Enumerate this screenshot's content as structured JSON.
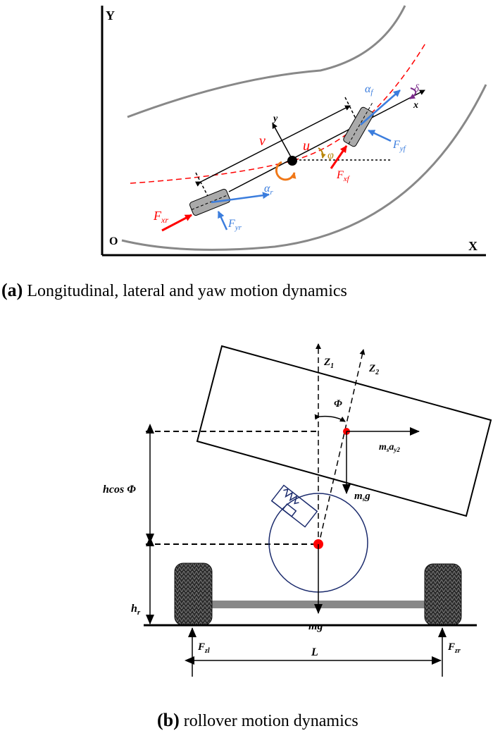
{
  "panel_a": {
    "axis_y": "Y",
    "axis_x": "X",
    "origin": "O",
    "body_x": "x",
    "body_y": "y",
    "v": "v",
    "u": "u",
    "phi": "φ",
    "delta": "δ",
    "alpha_f": "α",
    "alpha_f_sub": "f",
    "alpha_r": "α",
    "alpha_r_sub": "r",
    "F_yf": "F",
    "F_yf_sub": "yf",
    "F_xf": "F",
    "F_xf_sub": "xf",
    "F_xr": "F",
    "F_xr_sub": "xr",
    "F_yr": "F",
    "F_yr_sub": "yr",
    "caption_label": "(a)",
    "caption_text": " Longitudinal, lateral and yaw motion dynamics"
  },
  "panel_b": {
    "Z1": "Z",
    "Z1_sub": "1",
    "Z2": "Z",
    "Z2_sub": "2",
    "phi": "Φ",
    "msay2": "m",
    "msay2_s": "s",
    "msay2_a": "a",
    "msay2_sub": "y2",
    "msg": "m",
    "msg_s": "s",
    "msg_g": "g",
    "hcos": "hcos Φ",
    "hr": "h",
    "hr_sub": "r",
    "mg": "mg",
    "Fzl": "F",
    "Fzl_sub": "zl",
    "Fzr": "F",
    "Fzr_sub": "zr",
    "L": "L",
    "caption_label": "(b)",
    "caption_text": " rollover motion dynamics"
  },
  "colors": {
    "red": "#ff0000",
    "blue": "#3b7ddd",
    "orange": "#f07818",
    "brown": "#b8860b",
    "purple": "#7a2a8a",
    "navy": "#1a2a6c"
  }
}
